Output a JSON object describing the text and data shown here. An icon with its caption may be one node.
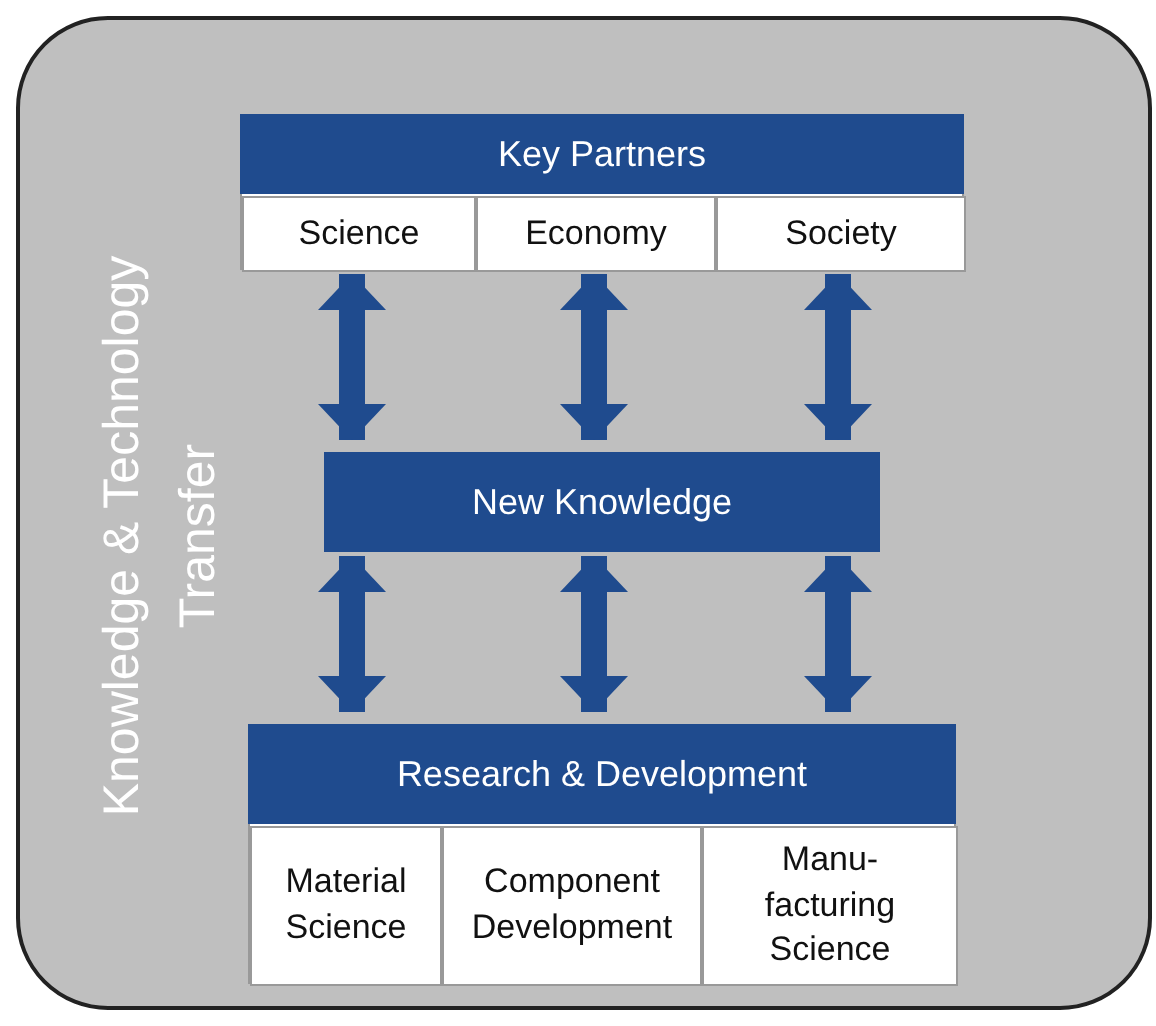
{
  "diagram": {
    "nodes": [
      {
        "text": [
          "Knowledge & Technology Transfer"
        ]
      },
      {
        "text": [
          "Key Partners"
        ],
        "in": 0
      },
      {
        "text": [
          "Science"
        ],
        "in": 1
      },
      {
        "text": [
          "Economy"
        ],
        "in": 1
      },
      {
        "text": [
          "Society"
        ],
        "in": 1
      },
      {
        "text": [
          "New Knowledge"
        ],
        "in": 0
      },
      {
        "text": [
          "Research & Development"
        ],
        "in": 0
      },
      {
        "text": [
          "Material Science"
        ],
        "in": 6
      },
      {
        "text": [
          "Component Development"
        ],
        "in": 6
      },
      {
        "text": [
          "Manu- facturing Science"
        ],
        "in": 6
      }
    ],
    "edges": [
      {
        "from": 2,
        "to": 5,
        "arrow": "both"
      },
      {
        "from": 3,
        "to": 5,
        "arrow": "both"
      },
      {
        "from": 4,
        "to": 5,
        "arrow": "both"
      },
      {
        "from": 5,
        "to": 6,
        "arrow": "both"
      },
      {
        "from": 5,
        "to": 6,
        "arrow": "both"
      },
      {
        "from": 5,
        "to": 6,
        "arrow": "both"
      }
    ]
  }
}
